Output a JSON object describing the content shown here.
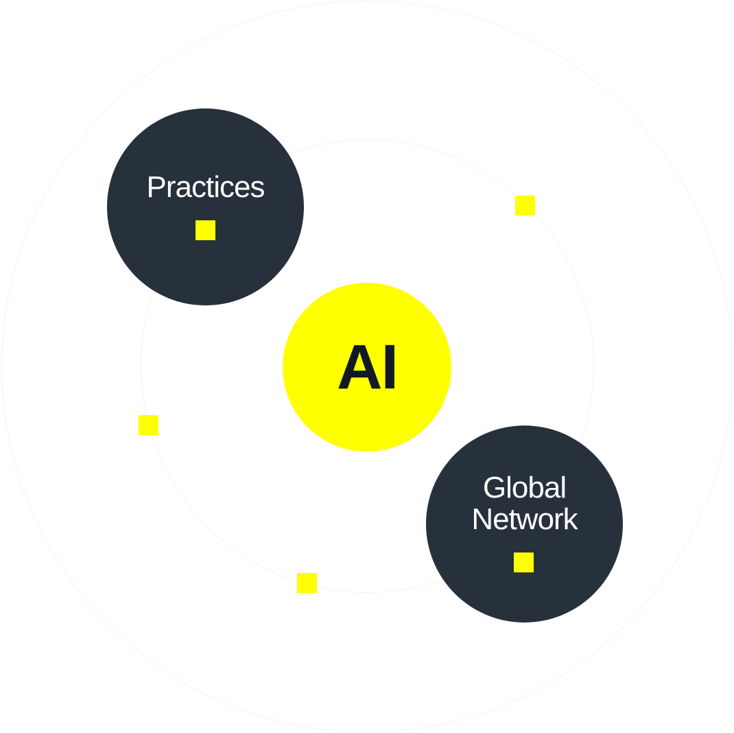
{
  "center": {
    "label": "AI"
  },
  "nodes": [
    {
      "label": "Practices"
    },
    {
      "label_line1": "Global",
      "label_line2": "Network"
    }
  ],
  "colors": {
    "accent": "#ffff00",
    "dark": "#27313c",
    "ring": "#e6e6e6"
  }
}
